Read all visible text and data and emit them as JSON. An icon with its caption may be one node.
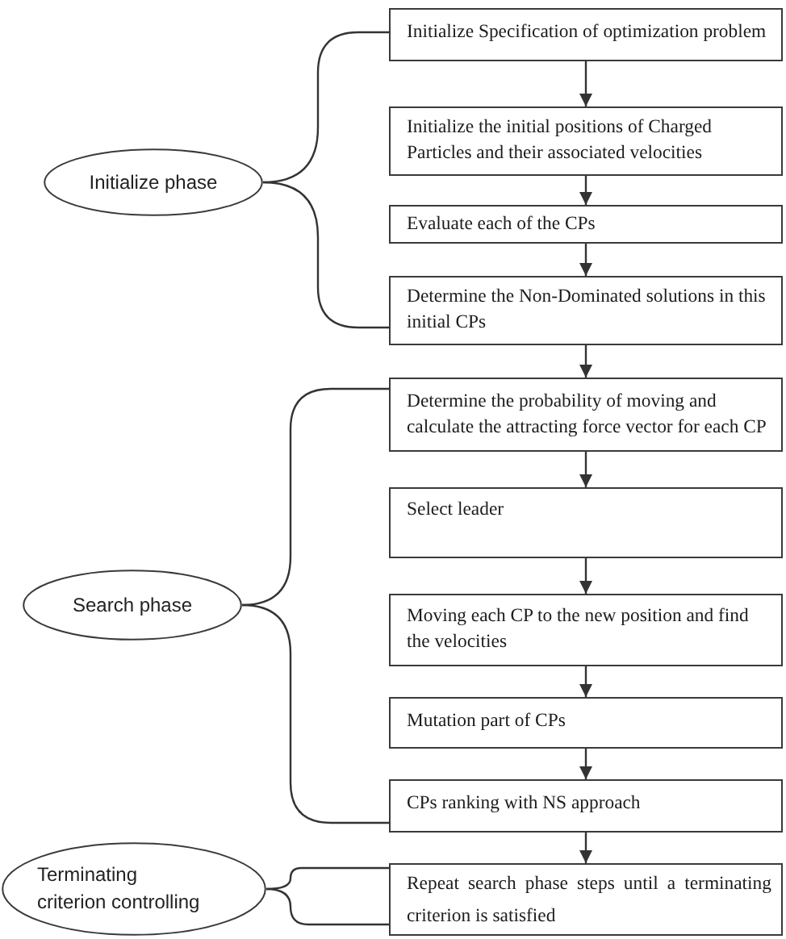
{
  "diagram": {
    "nodes": [
      {
        "text": [
          "Initialize Specification of optimization problem"
        ]
      },
      {
        "text": [
          "Initialize the initial positions of Charged Particles and their associated velocities"
        ]
      },
      {
        "text": [
          "Evaluate each of the CPs"
        ]
      },
      {
        "text": [
          "Determine the Non-Dominated solutions in this initial CPs"
        ]
      },
      {
        "text": [
          "Determine the probability of moving and calculate the attracting force vector for each CP"
        ]
      },
      {
        "text": [
          "Select leader"
        ]
      },
      {
        "text": [
          "Moving each CP to the new position and find the velocities"
        ]
      },
      {
        "text": [
          "Mutation part of CPs"
        ]
      },
      {
        "text": [
          "CPs ranking with NS approach"
        ]
      },
      {
        "text": [
          "Repeat search phase steps until a terminating criterion is satisfied"
        ]
      },
      {
        "text": [
          "Initialize phase"
        ]
      },
      {
        "text": [
          "Search phase"
        ]
      },
      {
        "text": [
          "Terminating criterion controlling"
        ]
      }
    ],
    "edges": [
      {
        "from": 0,
        "to": 1,
        "arrow": "to"
      },
      {
        "from": 1,
        "to": 2,
        "arrow": "to"
      },
      {
        "from": 2,
        "to": 3,
        "arrow": "to"
      },
      {
        "from": 3,
        "to": 4,
        "arrow": "to"
      },
      {
        "from": 4,
        "to": 5,
        "arrow": "to"
      },
      {
        "from": 5,
        "to": 6,
        "arrow": "to"
      },
      {
        "from": 6,
        "to": 7,
        "arrow": "to"
      },
      {
        "from": 7,
        "to": 8,
        "arrow": "to"
      },
      {
        "from": 8,
        "to": 9,
        "arrow": "to"
      },
      {
        "from": 10,
        "to": 0,
        "arrow": "none"
      },
      {
        "from": 10,
        "to": 3,
        "arrow": "none"
      },
      {
        "from": 11,
        "to": 4,
        "arrow": "none"
      },
      {
        "from": 11,
        "to": 8,
        "arrow": "none"
      },
      {
        "from": 12,
        "to": 9,
        "arrow": "none"
      },
      {
        "from": 12,
        "to": 9,
        "arrow": "none"
      }
    ]
  }
}
